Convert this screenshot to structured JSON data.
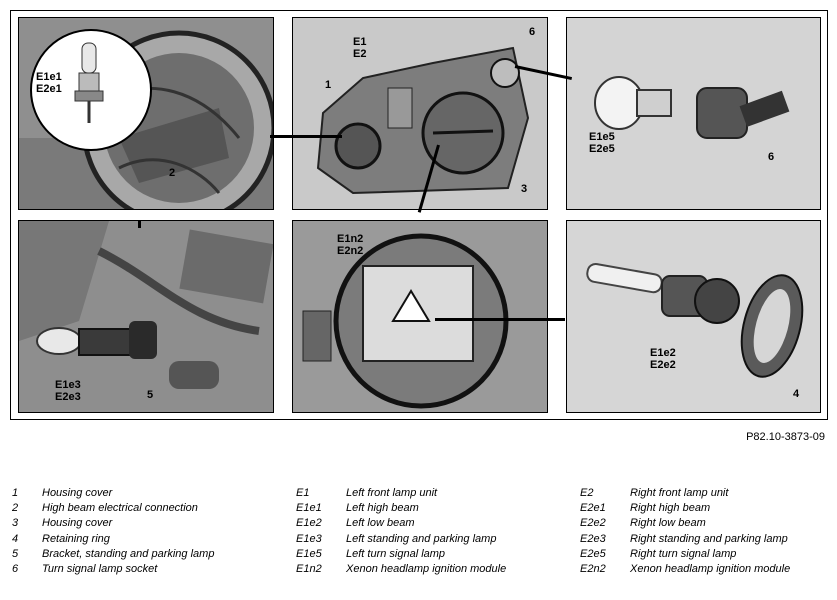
{
  "figure_ref": "P82.10-3873-09",
  "callouts": {
    "p1_bulb": "E1e1\nE2e1",
    "p1_num": "2",
    "p2_e": "E1\nE2",
    "p2_1": "1",
    "p2_6": "6",
    "p2_3": "3",
    "p3_bulb": "E1e5\nE2e5",
    "p3_6": "6",
    "p4_bulb": "E1e3\nE2e3",
    "p4_5": "5",
    "p5_mod": "E1n2\nE2n2",
    "p6_bulb": "E1e2\nE2e2",
    "p6_4": "4"
  },
  "legend_col1": [
    {
      "key": "1",
      "label": "Housing cover"
    },
    {
      "key": "2",
      "label": "High beam electrical connection"
    },
    {
      "key": "3",
      "label": "Housing cover"
    },
    {
      "key": "4",
      "label": "Retaining ring"
    },
    {
      "key": "5",
      "label": "Bracket, standing and parking lamp"
    },
    {
      "key": "6",
      "label": "Turn signal lamp socket"
    }
  ],
  "legend_col2": [
    {
      "key": "E1",
      "label": "Left front lamp unit"
    },
    {
      "key": "E1e1",
      "label": "Left high beam"
    },
    {
      "key": "E1e2",
      "label": "Left low beam"
    },
    {
      "key": "E1e3",
      "label": "Left standing and parking lamp"
    },
    {
      "key": "E1e5",
      "label": "Left turn signal lamp"
    },
    {
      "key": "E1n2",
      "label": "Xenon headlamp ignition module"
    }
  ],
  "legend_col3": [
    {
      "key": "E2",
      "label": "Right front lamp unit"
    },
    {
      "key": "E2e1",
      "label": "Right high beam"
    },
    {
      "key": "E2e2",
      "label": "Right low beam"
    },
    {
      "key": "E2e3",
      "label": "Right standing and parking lamp"
    },
    {
      "key": "E2e5",
      "label": "Right turn signal lamp"
    },
    {
      "key": "E2n2",
      "label": "Xenon headlamp ignition module"
    }
  ]
}
